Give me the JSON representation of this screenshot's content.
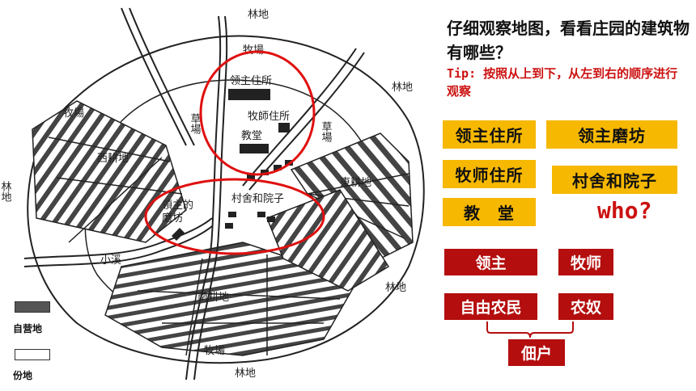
{
  "map": {
    "labels": {
      "forest_top": "林地",
      "pasture_top": "牧場",
      "lord_house": "领主住所",
      "pasture_left": "草場",
      "pasture_right": "草場",
      "priest_house": "牧師住所",
      "church": "教堂",
      "forest_right": "林地",
      "west_field": "西耕地",
      "pasture_west": "牧場",
      "forest_left": "林地",
      "east_field": "東耕地",
      "lord_mill_1": "領主的",
      "lord_mill_2": "磨坊",
      "village": "村舍和院子",
      "stream": "小溪",
      "forest_lower_right": "林地",
      "south_field": "南耕地",
      "pasture_bottom": "牧場",
      "forest_bottom": "林地"
    }
  },
  "legend": {
    "demesne": "自营地",
    "tenancy": "份地"
  },
  "question": "仔细观察地图，看看庄园的建筑物有哪些？",
  "tip": "Tip: 按照从上到下，从左到右的顺序进行观察",
  "buildings": {
    "lord_house": "领主住所",
    "lord_mill": "领主磨坊",
    "priest_house": "牧师住所",
    "cottages": "村舍和院子",
    "church": "教　堂"
  },
  "who": "who?",
  "people": {
    "lord": "领主",
    "priest": "牧师",
    "free_peasant": "自由农民",
    "serf": "农奴",
    "tenant": "佃户"
  },
  "colors": {
    "accent_yellow": "#f6b800",
    "accent_red": "#b40e0e",
    "circle_red": "#e01010"
  }
}
